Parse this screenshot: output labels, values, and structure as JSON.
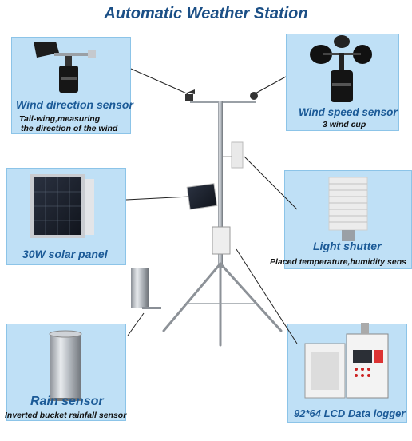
{
  "title": "Automatic Weather Station",
  "panels": {
    "wind_direction": {
      "label": "Wind direction sensor",
      "desc_line1": "Tail-wing,measuring",
      "desc_line2": "the direction of the wind"
    },
    "wind_speed": {
      "label": "Wind speed sensor",
      "desc": "3 wind cup"
    },
    "solar": {
      "label": "30W solar panel"
    },
    "light": {
      "label": "Light shutter",
      "desc": "Placed temperature,humidity sens"
    },
    "rain": {
      "label": "Rain sensor",
      "desc": "Inverted bucket rainfall sensor"
    },
    "logger": {
      "label": "92*64 LCD Data logger"
    }
  },
  "colors": {
    "panel_bg": "#bfe0f6",
    "panel_border": "#8cc4e8",
    "label": "#1b5a97",
    "title": "#1b4f86"
  }
}
